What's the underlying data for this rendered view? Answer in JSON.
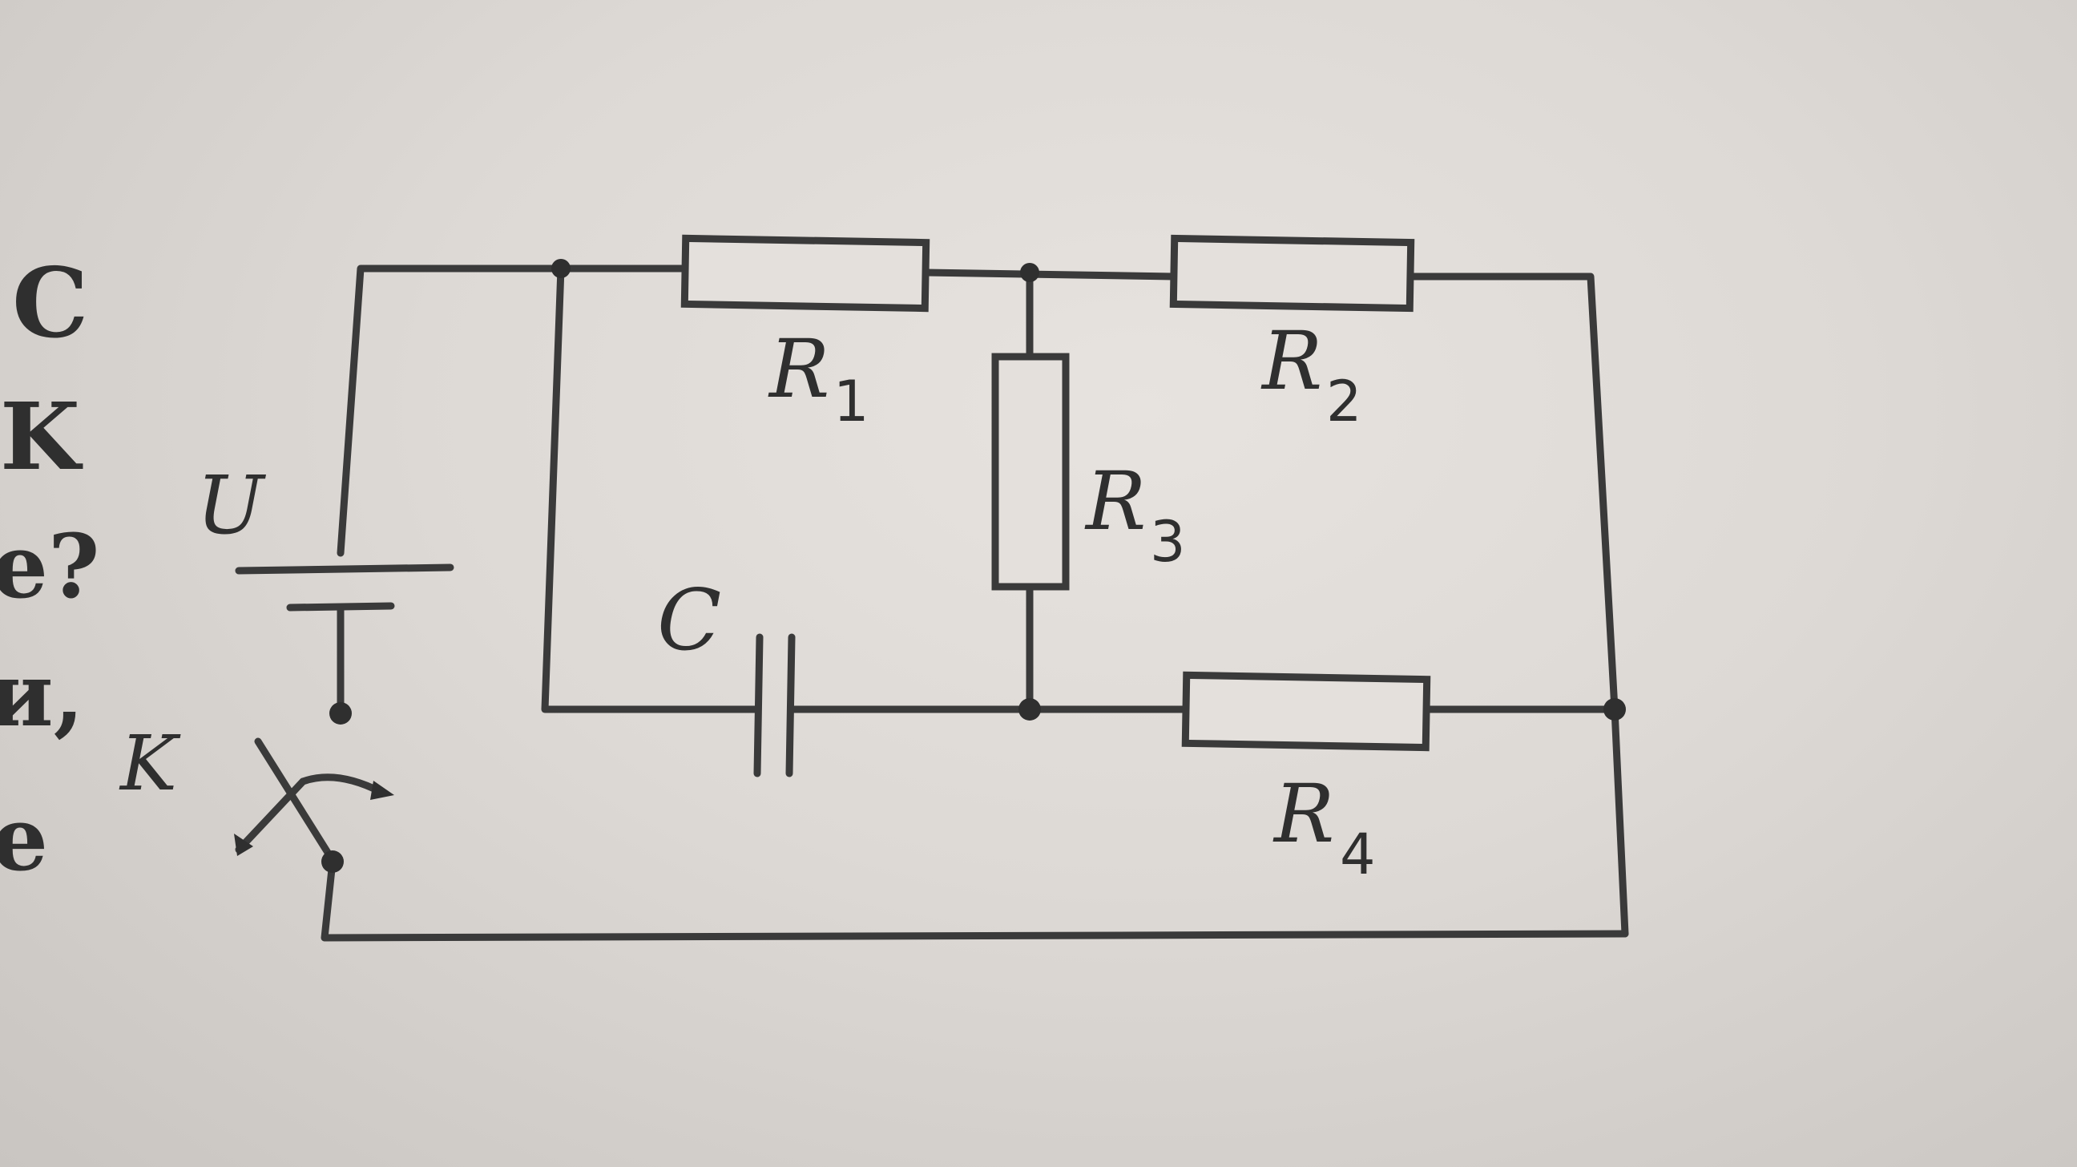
{
  "diagram": {
    "labels": {
      "R1": {
        "letter": "R",
        "sub": "1"
      },
      "R2": {
        "letter": "R",
        "sub": "2"
      },
      "R3": {
        "letter": "R",
        "sub": "3"
      },
      "R4": {
        "letter": "R",
        "sub": "4"
      },
      "C": "C",
      "U": "U",
      "K": "K"
    },
    "margin_text": [
      "C",
      "K",
      "e?",
      "и,",
      "e"
    ]
  }
}
